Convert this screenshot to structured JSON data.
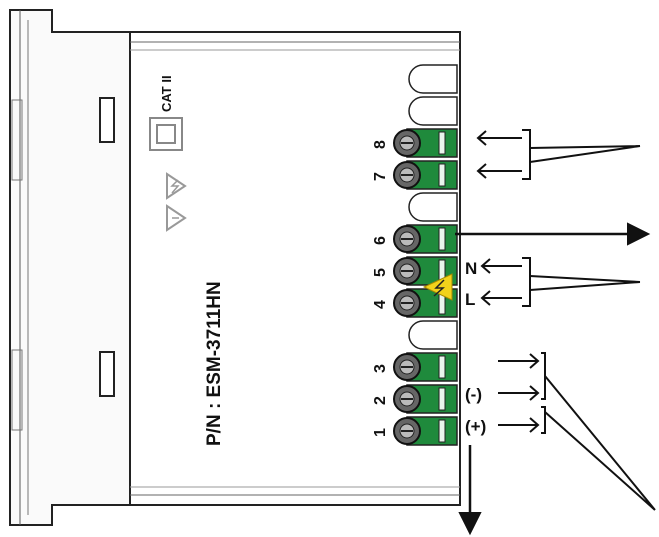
{
  "device": {
    "part_number": "P/N : ESM-3711HN",
    "category_mark": "CAT II"
  },
  "terminals": [
    {
      "number": "8",
      "populated": true
    },
    {
      "number": "7",
      "populated": true
    },
    {
      "number": "",
      "populated": false
    },
    {
      "number": "6",
      "populated": true
    },
    {
      "number": "5",
      "populated": true
    },
    {
      "number": "4",
      "populated": true
    },
    {
      "number": "",
      "populated": false
    },
    {
      "number": "3",
      "populated": true
    },
    {
      "number": "2",
      "populated": true
    },
    {
      "number": "1",
      "populated": true
    }
  ],
  "connection_labels": {
    "neutral": "N",
    "line": "L",
    "negative": "(-)",
    "positive": "(+)"
  },
  "icons": [
    "warning-triangle-icon",
    "high-voltage-icon",
    "double-insulation-icon",
    "shock-hazard-icon"
  ],
  "colors": {
    "terminal_green": "#1f8a3c",
    "warning_yellow": "#f2d21b",
    "outline": "#222222"
  }
}
